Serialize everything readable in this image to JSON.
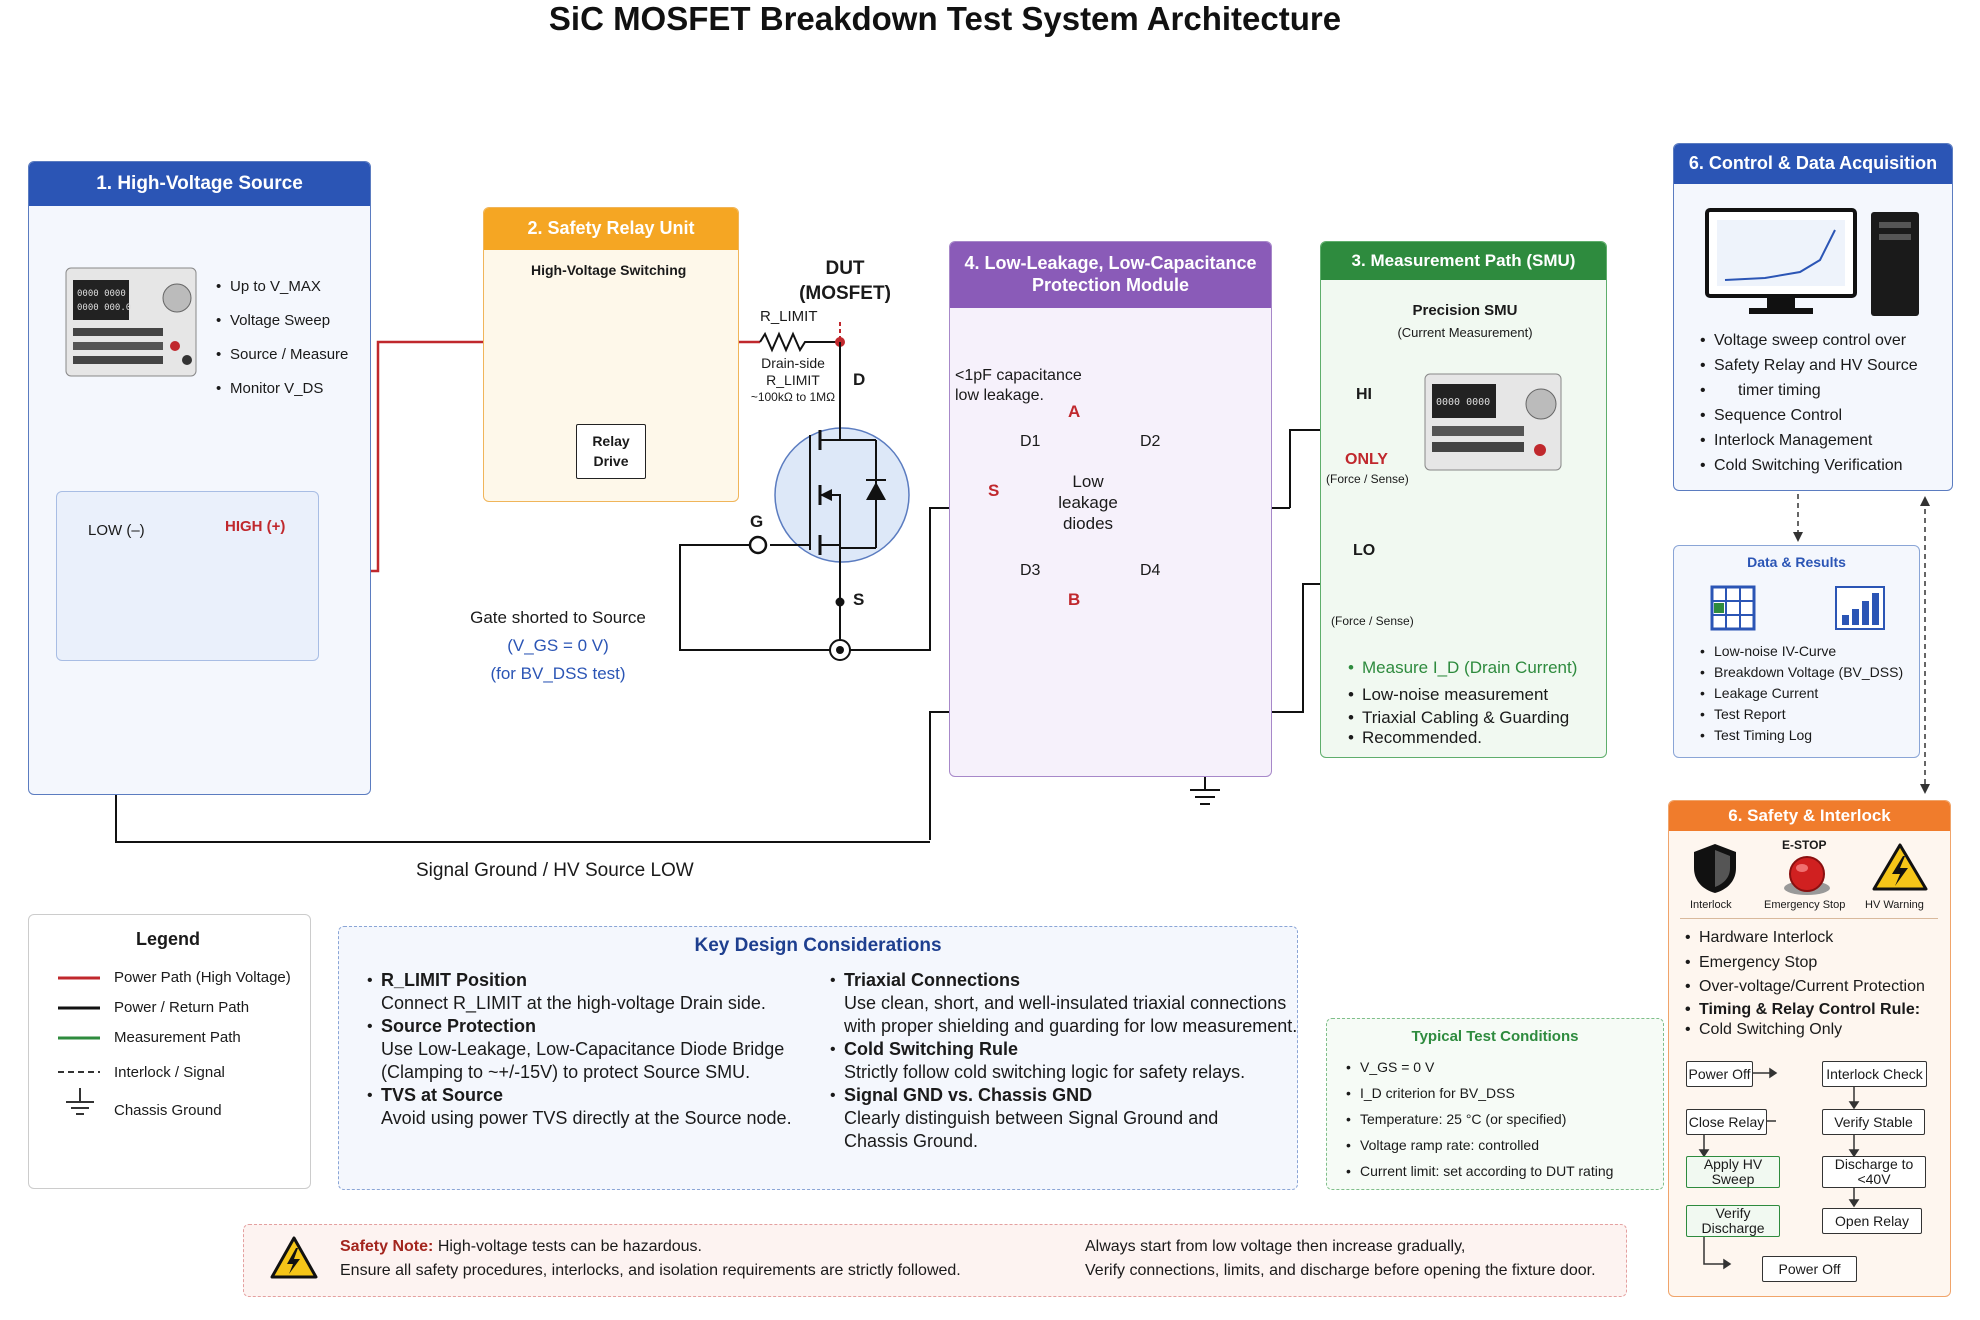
{
  "title": "SiC MOSFET Breakdown Test System Architecture",
  "hv_source": {
    "header": "1. High-Voltage Source",
    "bullets": [
      "Up to V_MAX",
      "Voltage Sweep",
      "Source / Measure",
      "Monitor V_DS"
    ],
    "low": "LOW (–)",
    "high": "HIGH (+)",
    "icon": "power-supply-instrument"
  },
  "relay": {
    "header": "2. Safety Relay Unit",
    "subtitle": "High-Voltage Switching",
    "drive": [
      "Relay",
      "Drive"
    ]
  },
  "dut": {
    "title": [
      "DUT",
      "(MOSFET)"
    ],
    "rlimit": "R_LIMIT",
    "drain_side": [
      "Drain-side",
      "R_LIMIT",
      "~100kΩ to 1MΩ"
    ],
    "d": "D",
    "g": "G",
    "s": "S",
    "gate_note": [
      "Gate shorted to Source",
      "(V_GS = 0 V)",
      "(for BV_DSS test)"
    ]
  },
  "protection": {
    "header": [
      "4. Low-Leakage, Low-Capacitance",
      "Protection Module"
    ],
    "note": [
      "<1pF capacitance",
      "low leakage."
    ],
    "a": "A",
    "b": "B",
    "s": "S",
    "d1": "D1",
    "d2": "D2",
    "d3": "D3",
    "d4": "D4",
    "center": [
      "Low",
      "leakage",
      "diodes"
    ]
  },
  "smu": {
    "header": "3. Measurement Path (SMU)",
    "name": "Precision SMU",
    "sub": "(Current Measurement)",
    "hi": "HI",
    "only": "ONLY",
    "force1": "(Force / Sense)",
    "lo": "LO",
    "force2": "(Force / Sense)",
    "bullets": [
      "Measure I_D (Drain Current)",
      "Low-noise measurement",
      "Triaxial Cabling & Guarding",
      "Recommended."
    ]
  },
  "control": {
    "header": "6. Control & Data Acquisition",
    "bullets": [
      "Voltage sweep control over",
      "Safety Relay and HV Source",
      "timer timing",
      "Sequence Control",
      "Interlock Management",
      "Cold Switching Verification"
    ],
    "icon": "computer-workstation"
  },
  "results": {
    "header": "Data & Results",
    "bullets": [
      "Low-noise IV-Curve",
      "Breakdown Voltage (BV_DSS)",
      "Leakage Current",
      "Test Report",
      "Test Timing Log"
    ]
  },
  "safety": {
    "header": "6. Safety & Interlock",
    "estop": "E-STOP",
    "icons": [
      "Interlock",
      "Emergency Stop",
      "HV Warning"
    ],
    "bullets": [
      "Hardware Interlock",
      "Emergency Stop",
      "Over-voltage/Current Protection",
      "Timing & Relay Control Rule:",
      "Cold Switching Only"
    ],
    "flow": [
      "Power Off",
      "Interlock Check",
      "Close Relay",
      "Verify Stable",
      "Apply HV Sweep",
      "Discharge to <40V",
      "Verify Discharge",
      "Open Relay",
      "Power Off"
    ]
  },
  "ground_label": "Signal Ground / HV Source LOW",
  "legend": {
    "title": "Legend",
    "items": [
      {
        "label": "Power Path (High Voltage)",
        "color": "#c0282d"
      },
      {
        "label": "Power / Return Path",
        "color": "#111111"
      },
      {
        "label": "Measurement Path",
        "color": "#2e8b3e"
      },
      {
        "label": "Interlock / Signal",
        "color": "#333333"
      },
      {
        "label": "Chassis Ground",
        "color": "#333333"
      }
    ]
  },
  "key": {
    "title": "Key Design Considerations",
    "items": [
      {
        "h": "R_LIMIT Position",
        "b": [
          "Connect R_LIMIT at the high-voltage Drain side."
        ]
      },
      {
        "h": "Source Protection",
        "b": [
          "Use Low-Leakage, Low-Capacitance Diode Bridge",
          "(Clamping to ~+/-15V) to protect Source SMU."
        ]
      },
      {
        "h": "TVS at Source",
        "b": [
          "Avoid using power TVS directly at the Source node."
        ]
      },
      {
        "h": "Triaxial Connections",
        "b": [
          "Use clean, short, and well-insulated triaxial connections",
          "with proper shielding and guarding for low measurement."
        ]
      },
      {
        "h": "Cold Switching Rule",
        "b": [
          "Strictly follow cold switching logic for safety relays."
        ]
      },
      {
        "h": "Signal GND vs. Chassis GND",
        "b": [
          "Clearly distinguish between Signal Ground and",
          "Chassis Ground."
        ]
      }
    ]
  },
  "conditions": {
    "title": "Typical Test Conditions",
    "items": [
      "V_GS = 0 V",
      "I_D criterion for BV_DSS",
      "Temperature: 25 °C (or specified)",
      "Voltage ramp rate: controlled",
      "Current limit: set according to DUT rating"
    ]
  },
  "note": {
    "label": "Safety Note:",
    "l1": "High-voltage tests can be hazardous.",
    "l2": "Ensure all safety procedures, interlocks, and isolation requirements are strictly followed.",
    "r1": "Always start from low voltage then increase gradually,",
    "r2": "Verify connections, limits, and discharge before opening the fixture door."
  },
  "colors": {
    "blue": "#2b55b5",
    "orange": "#f5a623",
    "purple": "#8a5bb8",
    "green": "#2e8b3e",
    "safety": "#f07c2c",
    "red": "#c0282d"
  }
}
